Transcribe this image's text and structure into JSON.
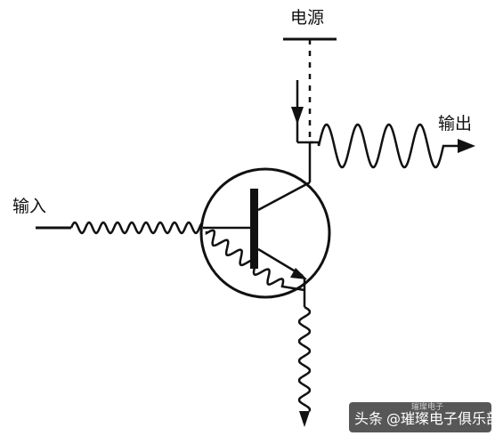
{
  "labels": {
    "power": "电源",
    "output": "输出",
    "input": "输入"
  },
  "watermark": {
    "prefix": "头条",
    "handle": "@璀璨电子俱乐部",
    "faint": "璀璨电子"
  },
  "colors": {
    "ink": "#111111",
    "background": "#ffffff",
    "watermark_bg": "#3a3a3a"
  }
}
